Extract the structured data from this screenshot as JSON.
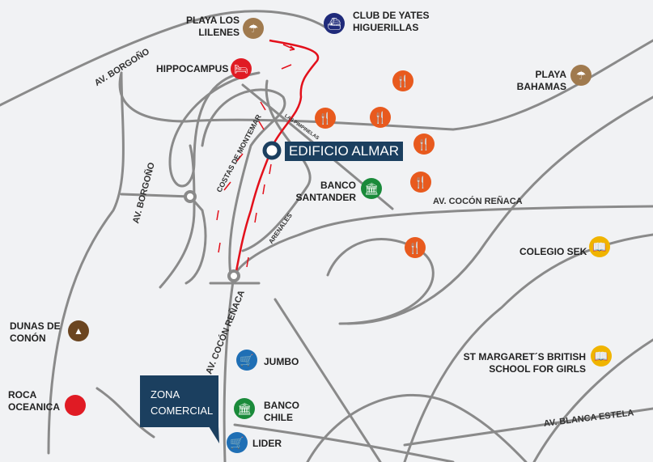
{
  "places": {
    "playa_lilenes": "PLAYA LOS\nLILENES",
    "club_yates": "CLUB DE YATES\nHIGUERILLAS",
    "hippocampus": "HIPPOCAMPUS",
    "playa_bahamas": "PLAYA\nBAHAMAS",
    "edificio": "EDIFICIO ALMAR",
    "banco_santander": "BANCO\nSANTANDER",
    "colegio_sek": "COLEGIO SEK",
    "dunas": "DUNAS DE\nCONÓN",
    "roca": "ROCA\nOCEANICA",
    "st_margarets": "ST MARGARET´S BRITISH\nSCHOOL FOR GIRLS",
    "jumbo": "JUMBO",
    "banco_chile": "BANCO\nCHILE",
    "lider": "LIDER",
    "zona": "ZONA\nCOMERCIAL"
  },
  "roads": {
    "borgono_top": "AV. BORGOÑO",
    "borgono_left": "AV. BORGOÑO",
    "costas": "COSTAS DE MONTEMAR",
    "pimpinelas": "LAS PIMPINELAS",
    "arenales": "ARENALES",
    "cocon_h": "AV. COCÓN REÑACA",
    "cocon_v": "AV. COCÓN REÑACA",
    "blanca": "AV. BLANCA ESTELA"
  },
  "colors": {
    "route": "#e3101b",
    "road": "#8a8a8a",
    "highlight": "#1b3f5f"
  }
}
